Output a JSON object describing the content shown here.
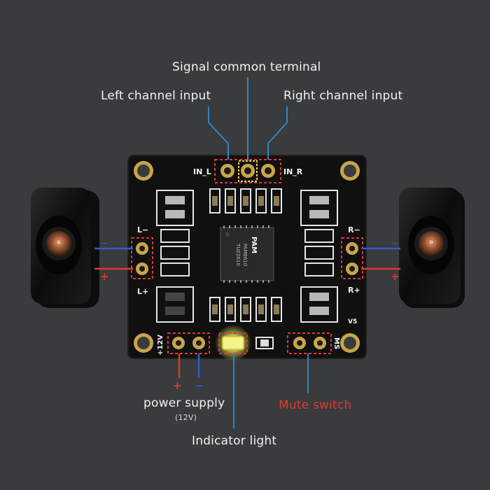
{
  "labels": {
    "signal_common": "Signal common terminal",
    "left_input": "Left channel input",
    "right_input": "Right channel input",
    "power_supply": "power supply",
    "power_voltage": "(12V)",
    "mute_switch": "Mute switch",
    "indicator_light": "Indicator light"
  },
  "board": {
    "in_l": "IN_L",
    "in_r": "IN_R",
    "l_minus": "L−",
    "l_plus": "L+",
    "r_minus": "R−",
    "r_plus": "R+",
    "v5": "V5",
    "plus_12v": "+12V",
    "ms": "MS",
    "chip_brand": "PAM",
    "chip_model": "PAM8610",
    "chip_code": "TUE2610"
  },
  "polarity": {
    "plus": "+",
    "minus": "−"
  },
  "colors": {
    "background": "#3a3b3c",
    "pcb": "#111111",
    "callout_line": "#2f86c8",
    "highlight_box": "#e03a2e",
    "positive_wire": "#e03a2e",
    "negative_wire": "#2e5fd0",
    "led": "#f3f58a"
  }
}
